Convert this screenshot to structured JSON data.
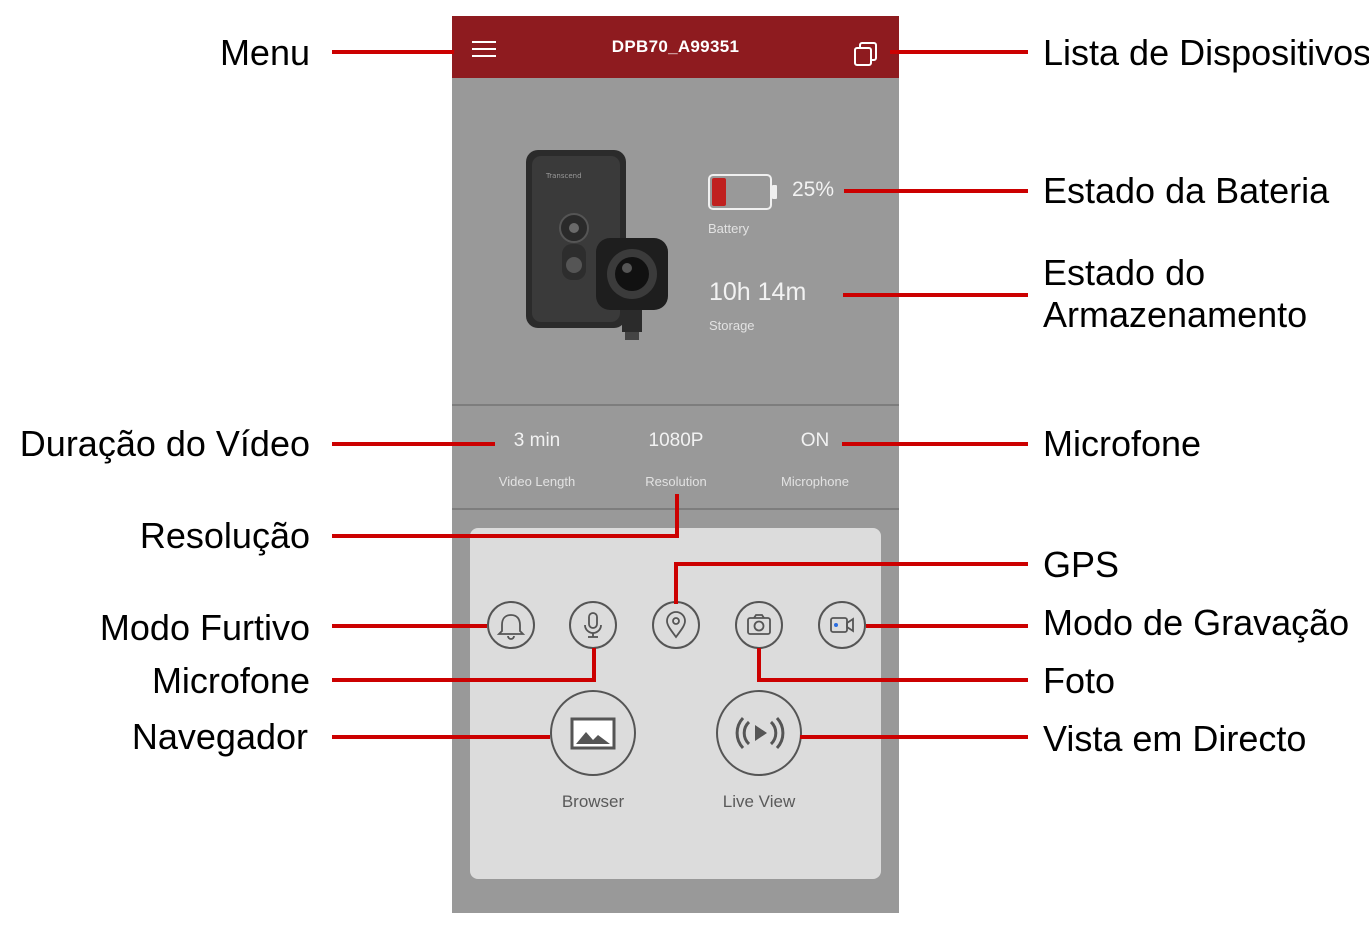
{
  "app": {
    "device_name": "DPB70_A99351",
    "battery": {
      "value": "25%",
      "label": "Battery",
      "level": 0.25
    },
    "storage": {
      "value": "10h 14m",
      "label": "Storage"
    },
    "stats": [
      {
        "value": "3 min",
        "label": "Video Length"
      },
      {
        "value": "1080P",
        "label": "Resolution"
      },
      {
        "value": "ON",
        "label": "Microphone"
      }
    ],
    "toggles": [
      "bell-icon",
      "microphone-icon",
      "gps-pin-icon",
      "camera-icon",
      "video-record-icon"
    ],
    "browser_label": "Browser",
    "live_view_label": "Live View",
    "device_brand": "Transcend"
  },
  "annotations": {
    "menu": "Menu",
    "device_list": "Lista de Dispositivos",
    "battery_status": "Estado da Bateria",
    "storage_status_1": "Estado do",
    "storage_status_2": "Armazenamento",
    "video_length": "Duração do Vídeo",
    "microphone_right": "Microfone",
    "resolution": "Resolução",
    "gps": "GPS",
    "stealth_mode": "Modo  Furtivo",
    "recording_mode": "Modo de Gravação",
    "microphone_left": "Microfone",
    "photo": "Foto",
    "browser": "Navegador",
    "live_view": "Vista em Directo"
  },
  "colors": {
    "topbar": "#8e1b1f",
    "annotation_line": "#cc0000",
    "battery_fill": "#c0201f"
  }
}
